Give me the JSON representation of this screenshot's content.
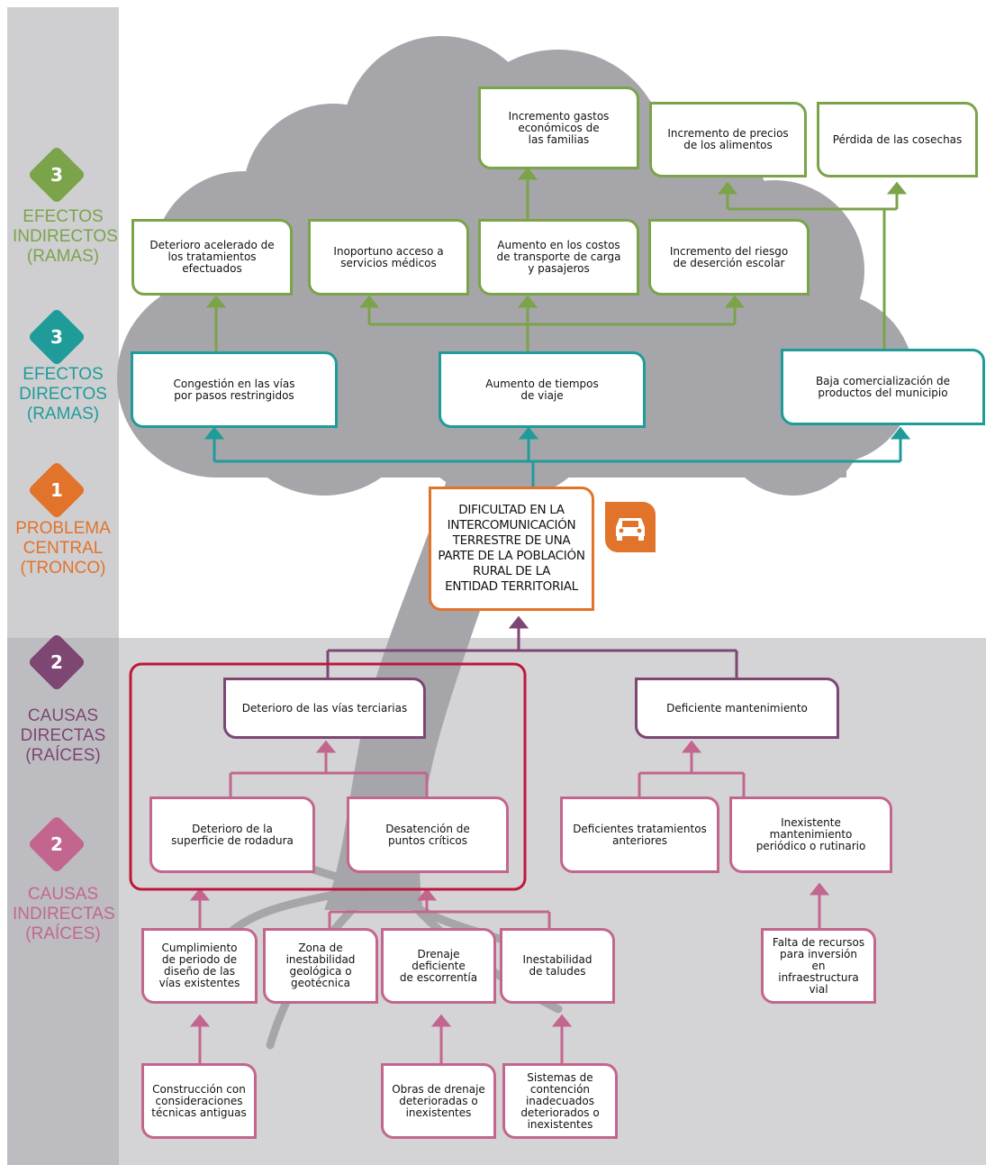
{
  "colors": {
    "green": "#7ba34a",
    "teal": "#1f9c99",
    "orange": "#e2732a",
    "purple": "#7d4673",
    "pink": "#c3668f",
    "red": "#c0163b",
    "side_band": "#cfcfd2",
    "roots_band": "#d4d4d7",
    "tree": "#a6a6aa"
  },
  "levels": {
    "efectos_indirectos": {
      "number": "3",
      "label": "EFECTOS\nINDIRECTOS\n(RAMAS)"
    },
    "efectos_directos": {
      "number": "3",
      "label": "EFECTOS\nDIRECTOS\n(RAMAS)"
    },
    "problema_central": {
      "number": "1",
      "label": "PROBLEMA\nCENTRAL\n(TRONCO)"
    },
    "causas_directas": {
      "number": "2",
      "label": "CAUSAS\nDIRECTAS\n(RAÍCES)"
    },
    "causas_indirectas": {
      "number": "2",
      "label": "CAUSAS\nINDIRECTAS\n(RAÍCES)"
    }
  },
  "effects_indirect_top": [
    "Incremento gastos\neconómicos de\nlas familias",
    "Incremento de precios\nde los alimentos",
    "Pérdida de las cosechas"
  ],
  "effects_indirect": [
    "Deterioro acelerado de\nlos tratamientos efectuados",
    "Inoportuno acceso a\nservicios médicos",
    "Aumento en los costos\nde transporte de carga\ny pasajeros",
    "Incremento del riesgo\nde deserción escolar"
  ],
  "effects_direct": [
    "Congestión en las vías\npor pasos restringidos",
    "Aumento de tiempos\nde viaje",
    "Baja comercialización de\nproductos del municipio"
  ],
  "central_problem": "DIFICULTAD EN LA\nINTERCOMUNICACIÓN\nTERRESTRE DE UNA\nPARTE DE LA POBLACIÓN\nRURAL DE LA\nENTIDAD TERRITORIAL",
  "central_icon": "car-icon",
  "causes_direct": [
    "Deterioro de las vías terciarias",
    "Deficiente mantenimiento"
  ],
  "causes_indirect": [
    "Deterioro de la\nsuperficie de rodadura",
    "Desatención de\npuntos críticos",
    "Deficientes tratamientos\nanteriores",
    "Inexistente mantenimiento\nperiódico o rutinario"
  ],
  "causes_level3": [
    "Cumplimiento\nde periodo de\ndiseño de las\nvías existentes",
    "Zona de\ninestabilidad\ngeológica o\ngeotécnica",
    "Drenaje\ndeficiente\nde escorrentía",
    "Inestabilidad\nde taludes",
    "Falta de recursos\npara inversión\nen infraestructura\nvial"
  ],
  "causes_level4": [
    "Construcción con\nconsideraciones\ntécnicas antiguas",
    "Obras de drenaje\ndeterioradas o\ninexistentes",
    "Sistemas de\ncontención\ninadecuados\ndeteriorados o\ninexistentes"
  ]
}
